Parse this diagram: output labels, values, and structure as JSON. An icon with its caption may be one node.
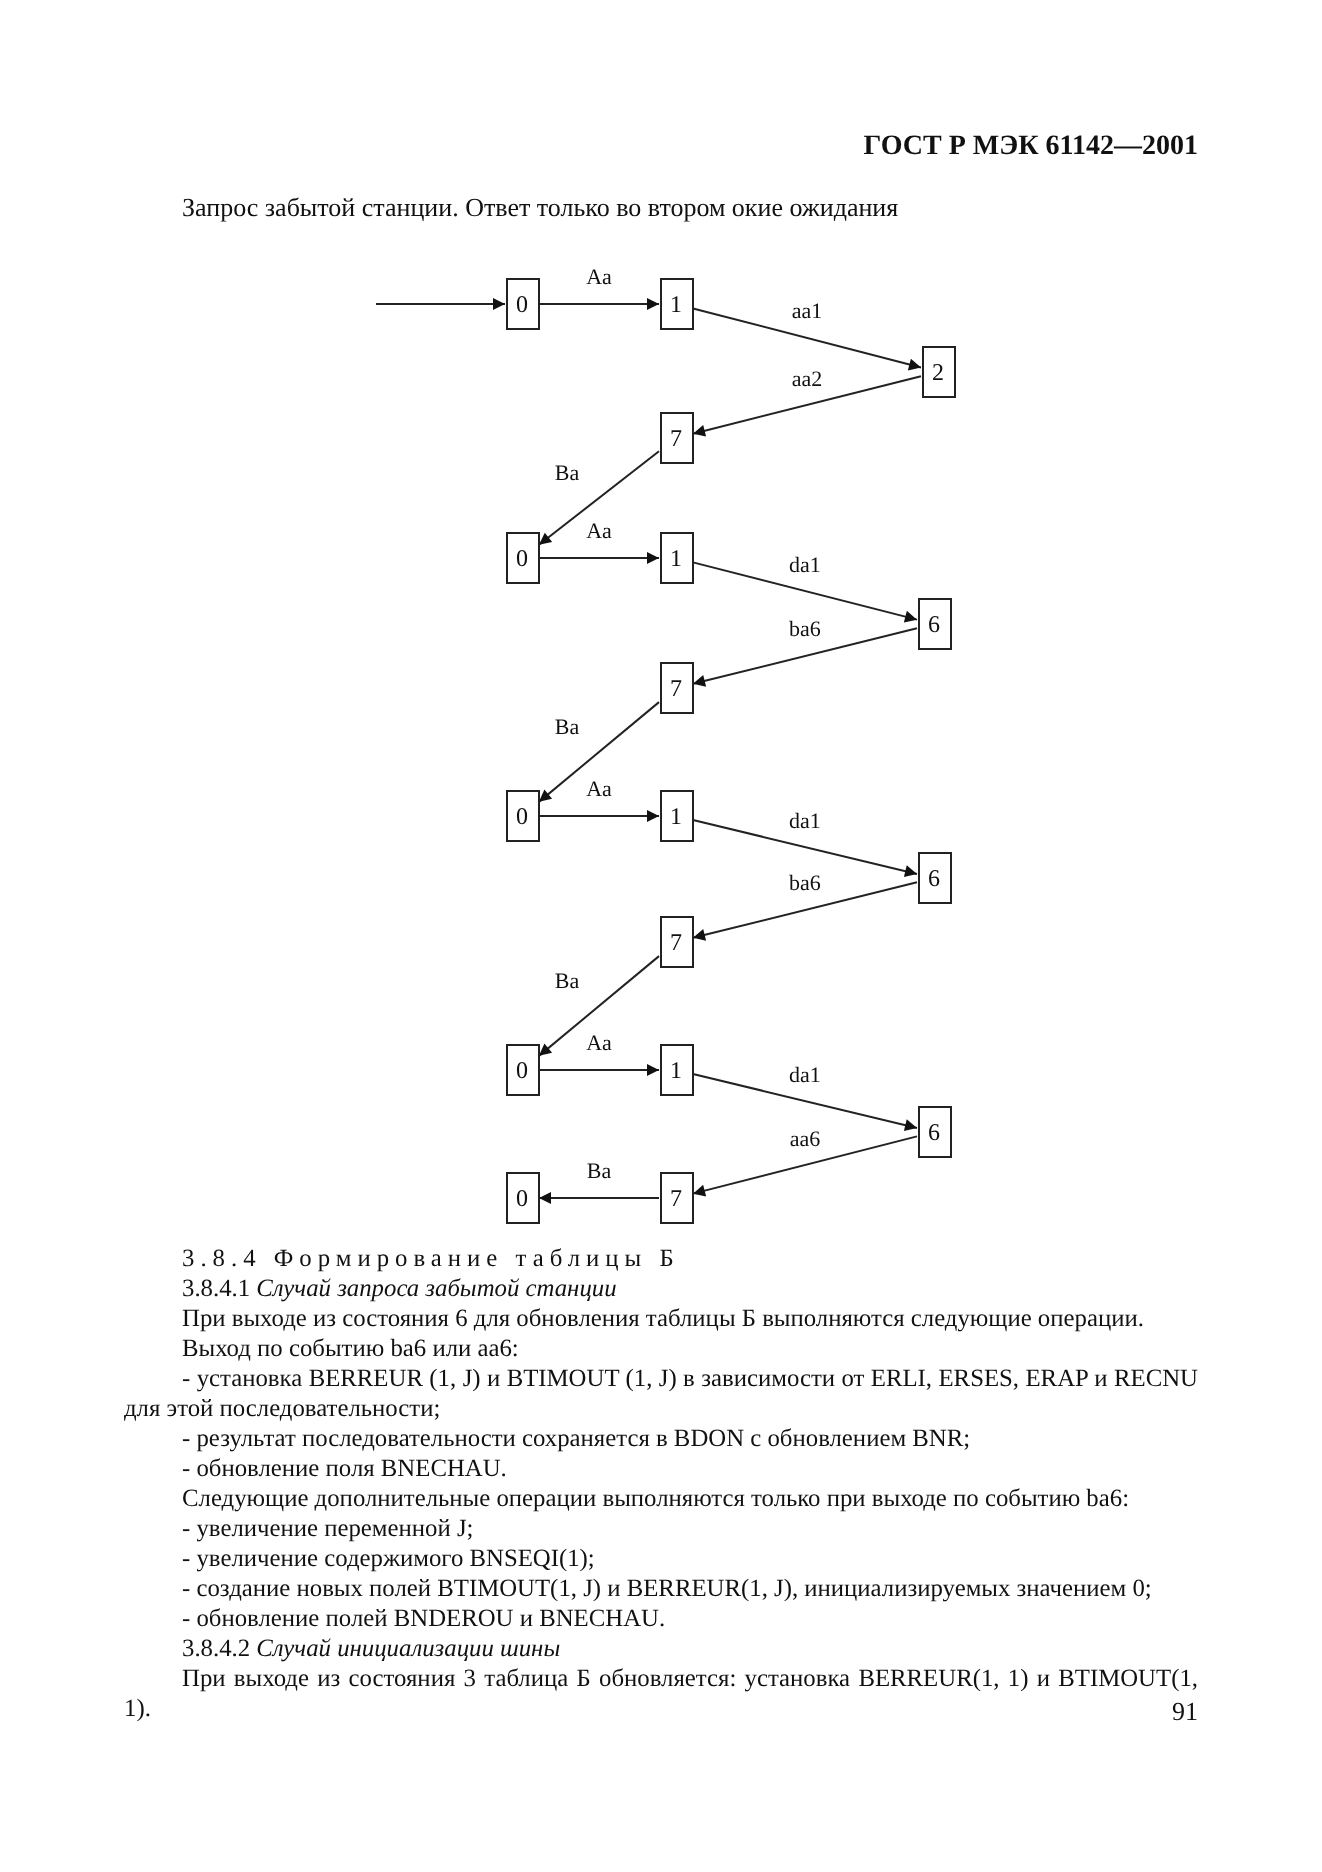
{
  "diagram": {
    "title": "Запрос забытой станции. Ответ только во втором окие ожидания",
    "nodes": [
      {
        "text": [
          "0"
        ]
      },
      {
        "text": [
          "1"
        ]
      },
      {
        "text": [
          "2"
        ]
      },
      {
        "text": [
          "7"
        ]
      },
      {
        "text": [
          "0"
        ]
      },
      {
        "text": [
          "1"
        ]
      },
      {
        "text": [
          "6"
        ]
      },
      {
        "text": [
          "7"
        ]
      },
      {
        "text": [
          "0"
        ]
      },
      {
        "text": [
          "1"
        ]
      },
      {
        "text": [
          "6"
        ]
      },
      {
        "text": [
          "7"
        ]
      },
      {
        "text": [
          "0"
        ]
      },
      {
        "text": [
          "1"
        ]
      },
      {
        "text": [
          "6"
        ]
      },
      {
        "text": [
          "7"
        ]
      },
      {
        "text": [
          "0"
        ]
      }
    ],
    "edges": [
      {
        "from": null,
        "to": 0,
        "arrow": "to"
      },
      {
        "from": 0,
        "to": 1,
        "arrow": "to",
        "label": "Aa"
      },
      {
        "from": 1,
        "to": 2,
        "arrow": "to",
        "label": "aa1"
      },
      {
        "from": 2,
        "to": 3,
        "arrow": "to",
        "label": "aa2"
      },
      {
        "from": 3,
        "to": 4,
        "arrow": "to",
        "label": "Ba"
      },
      {
        "from": 4,
        "to": 5,
        "arrow": "to",
        "label": "Aa"
      },
      {
        "from": 5,
        "to": 6,
        "arrow": "to",
        "label": "da1"
      },
      {
        "from": 6,
        "to": 7,
        "arrow": "to",
        "label": "ba6"
      },
      {
        "from": 7,
        "to": 8,
        "arrow": "to",
        "label": "Ba"
      },
      {
        "from": 8,
        "to": 9,
        "arrow": "to",
        "label": "Aa"
      },
      {
        "from": 9,
        "to": 10,
        "arrow": "to",
        "label": "da1"
      },
      {
        "from": 10,
        "to": 11,
        "arrow": "to",
        "label": "ba6"
      },
      {
        "from": 11,
        "to": 12,
        "arrow": "to",
        "label": "Ba"
      },
      {
        "from": 12,
        "to": 13,
        "arrow": "to",
        "label": "Aa"
      },
      {
        "from": 13,
        "to": 14,
        "arrow": "to",
        "label": "da1"
      },
      {
        "from": 14,
        "to": 15,
        "arrow": "to",
        "label": "aa6"
      },
      {
        "from": 15,
        "to": 16,
        "arrow": "to",
        "label": "Ba"
      }
    ],
    "labels": [
      "ГОСТ Р МЭК 61142—2001",
      "3.8.4 Формирование таблицы Б",
      "3.8.4.1 *Случай запроса забытой станции*",
      "При выходе из состояния 6 для обновления таблицы Б выполняются следующие операции.",
      "Выход по событию ba6 или aa6:",
      "- установка BERREUR (1, J) и BTIMOUT (1, J) в зависимости от ERLI, ERSES, ERAP и RECNU для этой последовательности;",
      "- результат последовательности сохраняется в BDON с обновлением BNR;",
      "- обновление поля BNECHAU.",
      "Следующие дополнительные операции выполняются только при выходе по событию ba6:",
      "- увеличение переменной J;",
      "- увеличение содержимого BNSEQI(1);",
      "- создание новых полей BTIMOUT(1, J) и BERREUR(1, J), инициализируемых значением 0;",
      "- обновление полей BNDEROU и BNECHAU.",
      "3.8.4.2 *Случай инициализации шины*",
      "При выходе из состояния 3 таблица Б обновляется: установка BERREUR(1, 1) и BTIMOUT(1, 1).",
      "91"
    ]
  }
}
